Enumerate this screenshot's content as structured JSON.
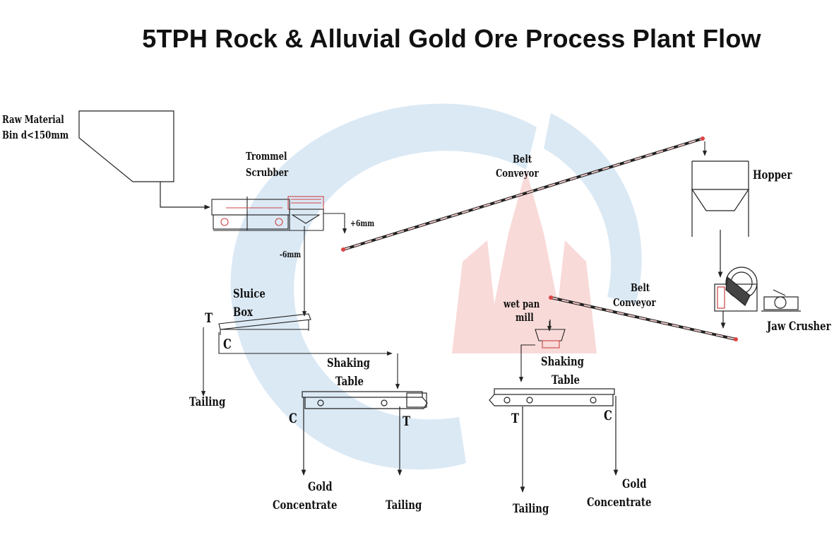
{
  "title": "5TPH Rock & Alluvial Gold Ore Process Plant Flow",
  "labels": {
    "raw_material_line1": "Raw Material",
    "raw_material_line2": "Bin d<150mm",
    "trommel_line1": "Trommel",
    "trommel_line2": "Scrubber",
    "plus6": "+6mm",
    "minus6": "-6mm",
    "belt_conveyor1_line1": "Belt",
    "belt_conveyor1_line2": "Conveyor",
    "hopper": "Hopper",
    "jaw_crusher": "Jaw Crusher",
    "belt_conveyor2_line1": "Belt",
    "belt_conveyor2_line2": "Conveyor",
    "sluice_line1": "Sluice",
    "sluice_line2": "Box",
    "t": "T",
    "c": "C",
    "tailing": "Tailing",
    "wet_pan_line1": "wet pan",
    "wet_pan_line2": "mill",
    "shaking_table_line1": "Shaking",
    "shaking_table_line2": "Table",
    "gold": "Gold",
    "concentrate": "Concentrate"
  },
  "colors": {
    "line": "#222222",
    "conveyor_red": "#d46a6a",
    "watermark_blue": "#cfe3f3",
    "watermark_red": "#f7d2cf"
  }
}
